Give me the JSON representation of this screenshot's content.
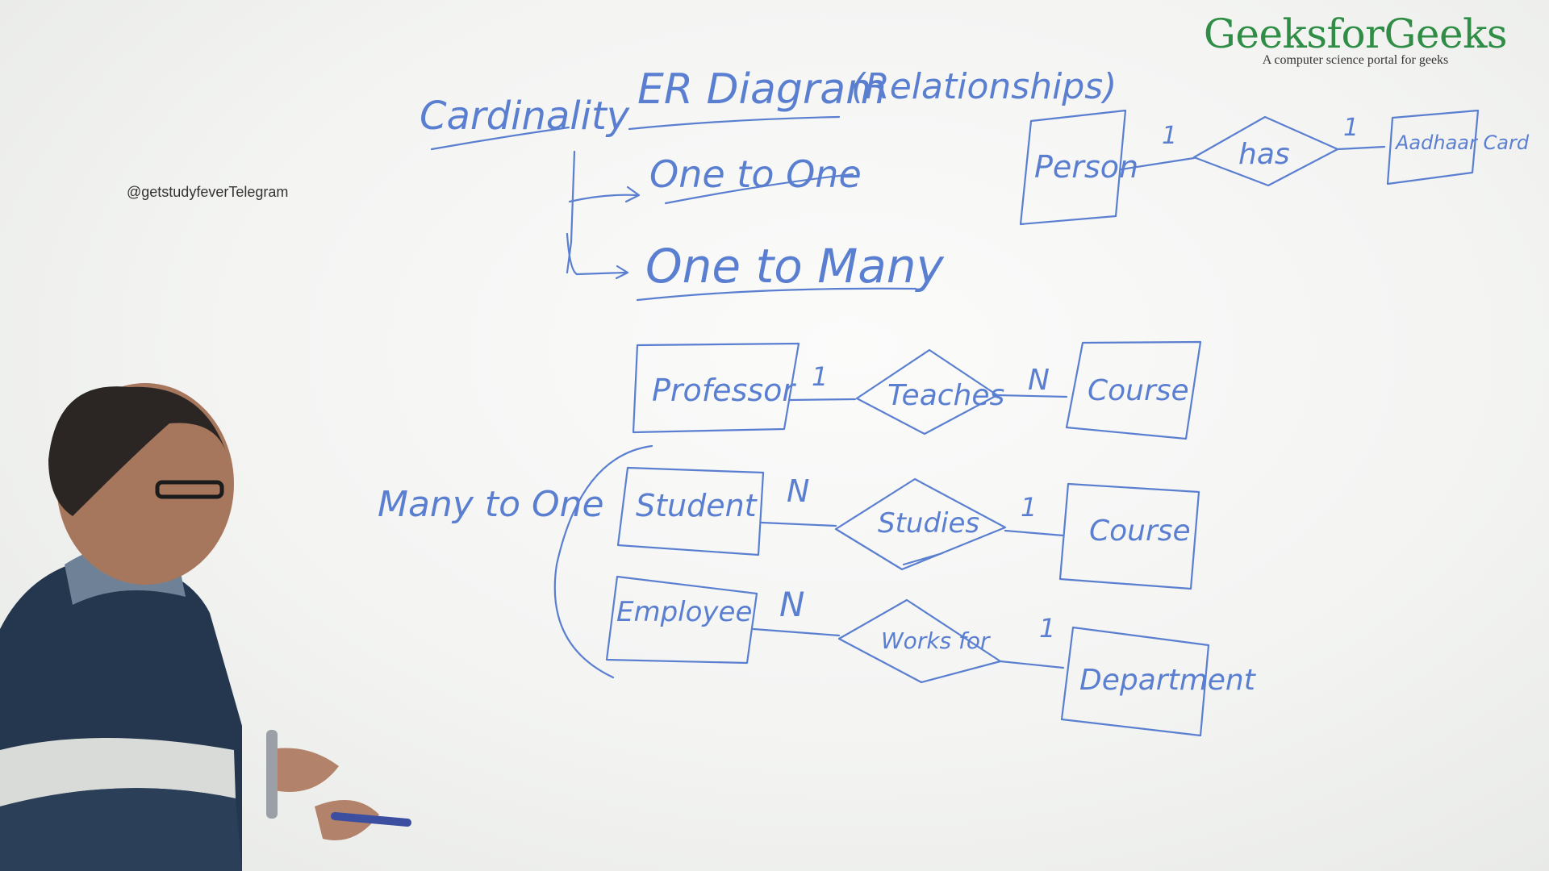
{
  "logo": {
    "name": "GeeksforGeeks",
    "tagline": "A computer science portal for geeks"
  },
  "watermark": "@getstudyfeverTelegram",
  "board": {
    "title": "ER Diagram",
    "title_note": "(Relationships)",
    "topic": "Cardinality",
    "branches": [
      "One to One",
      "One to Many"
    ],
    "side_label": "Many to One",
    "diagrams": [
      {
        "entity_a": "Person",
        "relation": "has",
        "entity_b": "Aadhaar Card",
        "card_a": "1",
        "card_b": "1"
      },
      {
        "entity_a": "Professor",
        "relation": "Teaches",
        "entity_b": "Course",
        "card_a": "1",
        "card_b": "N"
      },
      {
        "entity_a": "Student",
        "relation": "Studies",
        "entity_b": "Course",
        "card_a": "N",
        "card_b": "1"
      },
      {
        "entity_a": "Employee",
        "relation": "Works for",
        "entity_b": "Department",
        "card_a": "N",
        "card_b": "1"
      }
    ]
  },
  "colors": {
    "marker": "#5b7fd0",
    "brand": "#2f8d46"
  }
}
